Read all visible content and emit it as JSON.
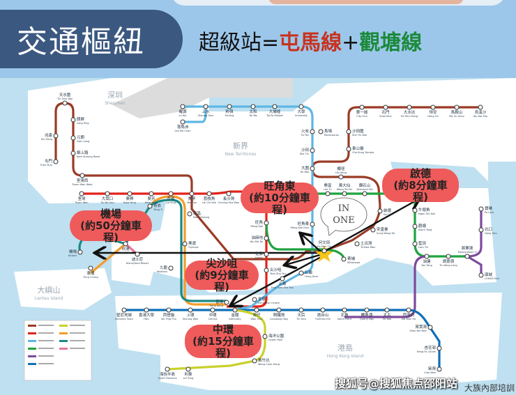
{
  "title": "交通樞紐",
  "subtitle": {
    "a": "超級站=",
    "b": "屯馬線",
    "c": "+",
    "d": "觀塘線"
  },
  "colors": {
    "title_bg": "#3b5880",
    "callout": "#ef5a5a",
    "water": "#bfe0f0",
    "land": "#ffffff",
    "tuen_ma": "#9a3b26",
    "tsuen_wan": "#e2231a",
    "east_rail": "#5eb6e4",
    "kwun_tong": "#1fa33f",
    "tseung_kwan_o": "#7d4a9c",
    "island": "#0f6fb8",
    "south_island": "#c8d12b",
    "tung_chung": "#f39c2a",
    "airport": "#1b8a86",
    "disney": "#e7759d",
    "star": "#f5c518"
  },
  "regions": [
    {
      "zh": "深圳",
      "en": "Shenzhen"
    },
    {
      "zh": "新界",
      "en": "New Territories"
    },
    {
      "zh": "大嶼山",
      "en": "Lantau Island"
    },
    {
      "zh": "港島",
      "en": "Hong Kong Island"
    }
  ],
  "stations": [
    {
      "zh": "天水圍",
      "en": "Tin Shui Wai"
    },
    {
      "zh": "朗屏",
      "en": "Long Ping"
    },
    {
      "zh": "元朗",
      "en": "Yuen Long"
    },
    {
      "zh": "錦上路",
      "en": "Kam Sheung Road"
    },
    {
      "zh": "兆康",
      "en": "Siu Hong"
    },
    {
      "zh": "屯門",
      "en": "Tuen Mun"
    },
    {
      "zh": "荃灣西",
      "en": "Tsuen Wan West"
    },
    {
      "zh": "荃灣",
      "en": "Tsuen Wan"
    },
    {
      "zh": "大窩口",
      "en": "Tai Wo Hau"
    },
    {
      "zh": "葵興",
      "en": "Kwai Hing"
    },
    {
      "zh": "葵芳",
      "en": "Kwai Fong"
    },
    {
      "zh": "荔景",
      "en": "Lai King"
    },
    {
      "zh": "美孚",
      "en": "Mei Foo"
    },
    {
      "zh": "長沙灣",
      "en": "Cheung Sha Wan"
    },
    {
      "zh": "荔枝角",
      "en": "Lai Chi Kok"
    },
    {
      "zh": "羅湖",
      "en": "Lo Wu"
    },
    {
      "zh": "上水",
      "en": "Sheung Shui"
    },
    {
      "zh": "落馬洲",
      "en": "Lok Ma Chau"
    },
    {
      "zh": "粉嶺",
      "en": "Fanling"
    },
    {
      "zh": "太和",
      "en": "Tai Wo"
    },
    {
      "zh": "大埔墟",
      "en": "Tai Po Market"
    },
    {
      "zh": "大學",
      "en": "University"
    },
    {
      "zh": "火炭",
      "en": "Fo Tan"
    },
    {
      "zh": "馬場",
      "en": "Racecourse"
    },
    {
      "zh": "沙田",
      "en": "Sha Tin"
    },
    {
      "zh": "大圍",
      "en": "Tai Wai"
    },
    {
      "zh": "第一城",
      "en": "City One"
    },
    {
      "zh": "石門",
      "en": "Shek Mun"
    },
    {
      "zh": "大水坑",
      "en": "Tai Shui Hang"
    },
    {
      "zh": "恒安",
      "en": "Heng On"
    },
    {
      "zh": "馬鞍山",
      "en": "Ma On Shan"
    },
    {
      "zh": "烏溪沙",
      "en": "Wu Kai Sha"
    },
    {
      "zh": "沙田圍",
      "en": "Sha Tin Wai"
    },
    {
      "zh": "車公廟",
      "en": "Che Kung Temple"
    },
    {
      "zh": "顯徑",
      "en": "Hin Keng"
    },
    {
      "zh": "樂富",
      "en": "Lok Fu"
    },
    {
      "zh": "黃大仙",
      "en": "Wong Tai Sin"
    },
    {
      "zh": "鑽石山",
      "en": "Diamond Hill"
    },
    {
      "zh": "啟德",
      "en": "Kai Tak"
    },
    {
      "zh": "牛頭角",
      "en": "Ngau Tau Kok"
    },
    {
      "zh": "觀塘",
      "en": "Kwun Tong"
    },
    {
      "zh": "藍田",
      "en": "Lam Tin"
    },
    {
      "zh": "油塘",
      "en": "Yau Tong"
    },
    {
      "zh": "調景嶺",
      "en": "Tiu Keng Leng"
    },
    {
      "zh": "將軍澳",
      "en": "Tseung Kwan O"
    },
    {
      "zh": "寶琳",
      "en": "Po Lam"
    },
    {
      "zh": "坑口",
      "en": "Hang Hau"
    },
    {
      "zh": "康城",
      "en": "LOHAS Park"
    },
    {
      "zh": "宋皇臺",
      "en": "Sung Wong Toi"
    },
    {
      "zh": "土瓜灣",
      "en": "To Kwa Wan"
    },
    {
      "zh": "何文田",
      "en": "Ho Man Tin"
    },
    {
      "zh": "黃埔",
      "en": "Whampoa"
    },
    {
      "zh": "旺角東",
      "en": "Mong Kok East"
    },
    {
      "zh": "旺角",
      "en": "Mong Kok"
    },
    {
      "zh": "油麻地",
      "en": "Yau Ma Tei"
    },
    {
      "zh": "佐敦",
      "en": "Jordan"
    },
    {
      "zh": "尖沙咀",
      "en": "Tsim Sha Tsui"
    },
    {
      "zh": "尖東",
      "en": "East Tsim Sha Tsui"
    },
    {
      "zh": "紅磡",
      "en": "Hung Hom"
    },
    {
      "zh": "會展",
      "en": "Exhibition Centre"
    },
    {
      "zh": "南昌",
      "en": "Nam Cheong"
    },
    {
      "zh": "奧運",
      "en": "Olympic"
    },
    {
      "zh": "九龍",
      "en": "Kowloon"
    },
    {
      "zh": "青衣",
      "en": "Tsing Yi"
    },
    {
      "zh": "欣澳",
      "en": "Sunny Bay"
    },
    {
      "zh": "迪士尼",
      "en": "Disneyland Resort"
    },
    {
      "zh": "機場",
      "en": "Airport"
    },
    {
      "zh": "東涌",
      "en": "Tung Chung"
    },
    {
      "zh": "香港",
      "en": "Hong Kong"
    },
    {
      "zh": "堅尼地城",
      "en": "Kennedy Town"
    },
    {
      "zh": "香港大學",
      "en": "HKU"
    },
    {
      "zh": "西營盤",
      "en": "Sai Ying Pun"
    },
    {
      "zh": "上環",
      "en": "Sheung Wan"
    },
    {
      "zh": "中環",
      "en": "Central"
    },
    {
      "zh": "金鐘",
      "en": "Admiralty"
    },
    {
      "zh": "灣仔",
      "en": "Wan Chai"
    },
    {
      "zh": "銅鑼灣",
      "en": "Causeway Bay"
    },
    {
      "zh": "天后",
      "en": "Tin Hau"
    },
    {
      "zh": "炮台山",
      "en": "Fortress Hill"
    },
    {
      "zh": "北角",
      "en": "North Point"
    },
    {
      "zh": "鰂魚涌",
      "en": "Quarry Bay"
    },
    {
      "zh": "太古",
      "en": "Tai Koo"
    },
    {
      "zh": "西灣河",
      "en": "Sai Wan Ho"
    },
    {
      "zh": "筲箕灣",
      "en": "Shau Kei Wan"
    },
    {
      "zh": "杏花邨",
      "en": "Heng Fa Chuen"
    },
    {
      "zh": "柴灣",
      "en": "Chai Wan"
    },
    {
      "zh": "海洋公園",
      "en": "Ocean Park"
    },
    {
      "zh": "黃竹坑",
      "en": "Wong Chuk Hang"
    },
    {
      "zh": "利東",
      "en": "Lei Tung"
    },
    {
      "zh": "海怡半島",
      "en": "South Horizons"
    }
  ],
  "callouts": [
    {
      "place": "機場",
      "time": "(約50分鐘車程)"
    },
    {
      "place": "旺角東",
      "time": "(約10分鐘車程)"
    },
    {
      "place": "尖沙咀",
      "time": "(約9分鐘車程)"
    },
    {
      "place": "啟德",
      "time": "(約8分鐘車程)"
    },
    {
      "place": "中環",
      "time": "(約15分鐘車程)"
    }
  ],
  "logo": {
    "line1": "IN",
    "line2": "ONE"
  },
  "watermark": "搜狐号@搜狐焦点邵阳站",
  "footer": "大族內部培訓"
}
